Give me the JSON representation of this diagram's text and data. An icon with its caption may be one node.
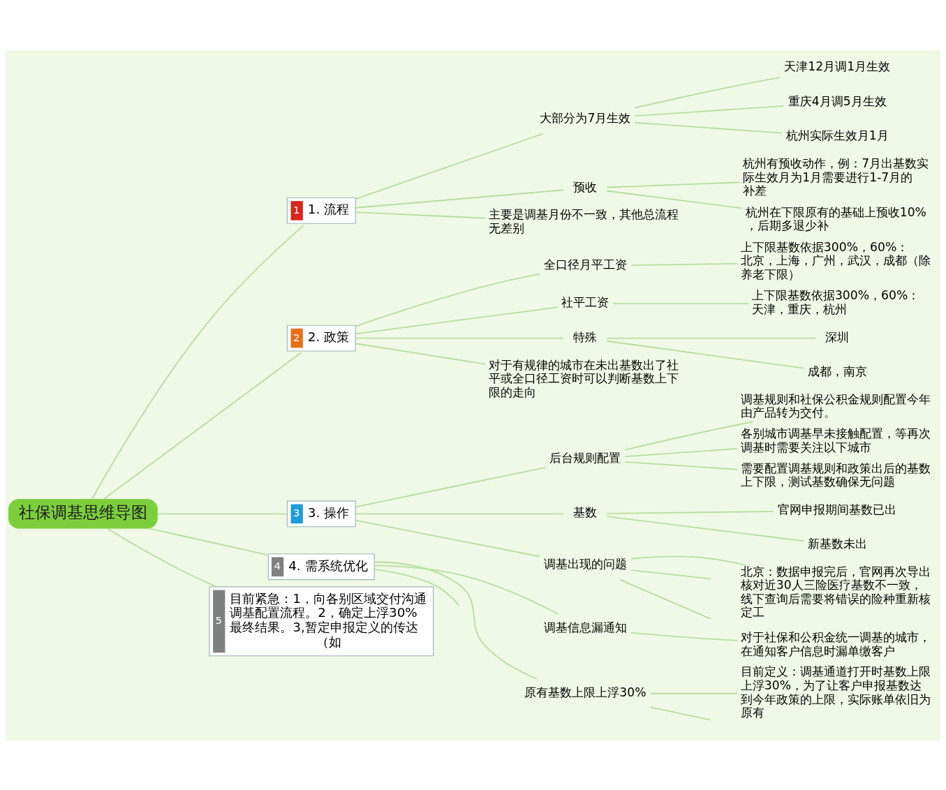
{
  "diagram": {
    "nodes": [
      {
        "text": [
          "社保调基思维导图"
        ]
      },
      {
        "text": [
          "1",
          "1. 流程"
        ]
      },
      {
        "text": [
          "大部分为7月生效"
        ]
      },
      {
        "text": [
          "天津12月调1月生效"
        ]
      },
      {
        "text": [
          "重庆4月调5月生效"
        ]
      },
      {
        "text": [
          "杭州实际生效月1月"
        ]
      },
      {
        "text": [
          "预收"
        ]
      },
      {
        "text": [
          "杭州有预收动作，例：7月出基数实际生效月为1月需要进行1-7月的补差"
        ]
      },
      {
        "text": [
          "杭州在下限原有的基础上预收10%，后期多退少补"
        ]
      },
      {
        "text": [
          "主要是调基月份不一致，其他总流程无差别"
        ]
      },
      {
        "text": [
          "2",
          "2. 政策"
        ]
      },
      {
        "text": [
          "全口径月平工资"
        ]
      },
      {
        "text": [
          "上下限基数依据300%，60%：北京，上海，广州，武汉，成都（除养老下限）"
        ]
      },
      {
        "text": [
          "社平工资"
        ]
      },
      {
        "text": [
          "上下限基数依据300%，60%：天津，重庆，杭州"
        ]
      },
      {
        "text": [
          "特殊"
        ]
      },
      {
        "text": [
          "深圳"
        ]
      },
      {
        "text": [
          "成都，南京"
        ]
      },
      {
        "text": [
          "对于有规律的城市在未出基数出了社平或全口径工资时可以判断基数上下限的走向"
        ]
      },
      {
        "text": [
          "3",
          "3. 操作"
        ]
      },
      {
        "text": [
          "后台规则配置"
        ]
      },
      {
        "text": [
          "调基规则和社保公积金规则配置今年由产品转为交付。"
        ]
      },
      {
        "text": [
          "各别城市调基早未接触配置，等再次调基时需要关注以下城市"
        ]
      },
      {
        "text": [
          "需要配置调基规则和政策出后的基数上下限，测试基数确保无问题"
        ]
      },
      {
        "text": [
          "基数"
        ]
      },
      {
        "text": [
          "官网申报期间基数已出"
        ]
      },
      {
        "text": [
          "新基数未出"
        ]
      },
      {
        "text": [
          "调基出现的问题"
        ]
      },
      {
        "text": [
          "北京：数据申报完后，官网再次导出核对近30人三险医疗基数不一致，线下查询后需要将错误的险种重新核定工"
        ]
      },
      {
        "text": [
          "4",
          "4. 需系统优化"
        ]
      },
      {
        "text": [
          "调基信息漏通知"
        ]
      },
      {
        "text": [
          "对于社保和公积金统一调基的城市，在通知客户信息时漏单缴客户"
        ]
      },
      {
        "text": [
          "原有基数上限上浮30%"
        ]
      },
      {
        "text": [
          "目前定义：调基通道打开时基数上限上浮30%，为了让客户申报基数达到今年政策的上限，实际账单依旧为原有"
        ]
      },
      {
        "text": [
          "5",
          "目前紧急：1，向各别区域交付沟通调基配置流程。2，确定上浮30%最终结果。3,暂定申报定义的传达（如"
        ]
      }
    ],
    "edges": [
      {
        "from": 0,
        "to": 1,
        "arrow": "none"
      },
      {
        "from": 0,
        "to": 10,
        "arrow": "none"
      },
      {
        "from": 0,
        "to": 19,
        "arrow": "none"
      },
      {
        "from": 0,
        "to": 29,
        "arrow": "none"
      },
      {
        "from": 0,
        "to": 34,
        "arrow": "none"
      },
      {
        "from": 1,
        "to": 2,
        "arrow": "none"
      },
      {
        "from": 2,
        "to": 3,
        "arrow": "none"
      },
      {
        "from": 2,
        "to": 4,
        "arrow": "none"
      },
      {
        "from": 2,
        "to": 5,
        "arrow": "none"
      },
      {
        "from": 1,
        "to": 6,
        "arrow": "none"
      },
      {
        "from": 6,
        "to": 7,
        "arrow": "none"
      },
      {
        "from": 6,
        "to": 8,
        "arrow": "none"
      },
      {
        "from": 1,
        "to": 9,
        "arrow": "none"
      },
      {
        "from": 10,
        "to": 11,
        "arrow": "none"
      },
      {
        "from": 11,
        "to": 12,
        "arrow": "none"
      },
      {
        "from": 10,
        "to": 13,
        "arrow": "none"
      },
      {
        "from": 13,
        "to": 14,
        "arrow": "none"
      },
      {
        "from": 10,
        "to": 15,
        "arrow": "none"
      },
      {
        "from": 15,
        "to": 16,
        "arrow": "none"
      },
      {
        "from": 15,
        "to": 17,
        "arrow": "none"
      },
      {
        "from": 10,
        "to": 18,
        "arrow": "none"
      },
      {
        "from": 19,
        "to": 20,
        "arrow": "none"
      },
      {
        "from": 20,
        "to": 21,
        "arrow": "none"
      },
      {
        "from": 20,
        "to": 22,
        "arrow": "none"
      },
      {
        "from": 20,
        "to": 23,
        "arrow": "none"
      },
      {
        "from": 19,
        "to": 24,
        "arrow": "none"
      },
      {
        "from": 24,
        "to": 25,
        "arrow": "none"
      },
      {
        "from": 24,
        "to": 26,
        "arrow": "none"
      },
      {
        "from": 19,
        "to": 27,
        "arrow": "none"
      },
      {
        "from": 27,
        "to": 28,
        "arrow": "none"
      },
      {
        "from": 27,
        "to": null,
        "arrow": "none"
      },
      {
        "from": 27,
        "to": null,
        "arrow": "none"
      },
      {
        "from": 29,
        "to": 30,
        "arrow": "none"
      },
      {
        "from": 30,
        "to": 31,
        "arrow": "none"
      },
      {
        "from": 29,
        "to": 32,
        "arrow": "none"
      },
      {
        "from": 32,
        "to": 33,
        "arrow": "none"
      },
      {
        "from": 32,
        "to": null,
        "arrow": "none"
      },
      {
        "from": 29,
        "to": null,
        "arrow": "none"
      }
    ]
  }
}
